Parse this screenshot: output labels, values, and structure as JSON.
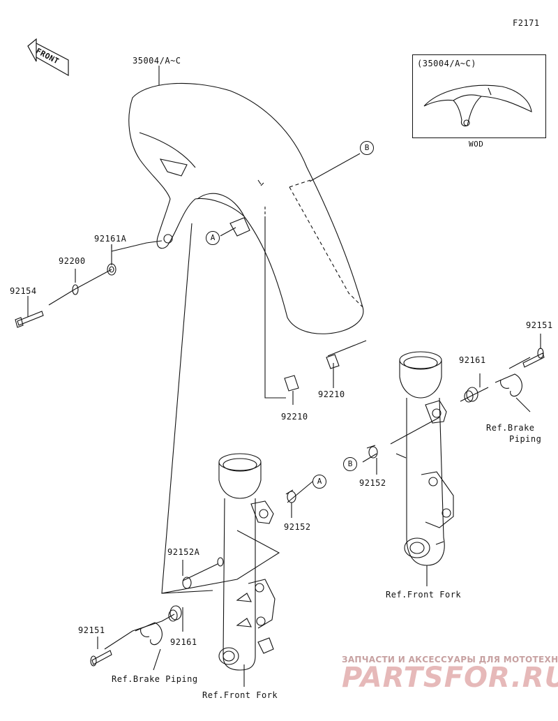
{
  "figure_code": "F2171",
  "front_label": "FRONT",
  "inset": {
    "title": "(35004/A~C)",
    "caption": "WOD"
  },
  "part_labels": {
    "p35004": "35004/A~C",
    "p92161A": "92161A",
    "p92200": "92200",
    "p92154": "92154",
    "p92210a": "92210",
    "p92210b": "92210",
    "p92151r": "92151",
    "p92161r": "92161",
    "p92152r": "92152",
    "p92152l": "92152",
    "p92152A": "92152A",
    "p92151l": "92151",
    "p92161l": "92161"
  },
  "ref_labels": {
    "brake_r_1": "Ref.Brake",
    "brake_r_2": "Piping",
    "fork_r": "Ref.Front Fork",
    "brake_l": "Ref.Brake Piping",
    "fork_l": "Ref.Front Fork"
  },
  "callouts": {
    "a1": "A",
    "a2": "A",
    "b1": "B",
    "b2": "B"
  },
  "watermark": {
    "line1": "ЗАПЧАСТИ И АКСЕССУАРЫ ДЛЯ МОТОТЕХНИКИ",
    "line2": "PARTSFOR.RU"
  }
}
